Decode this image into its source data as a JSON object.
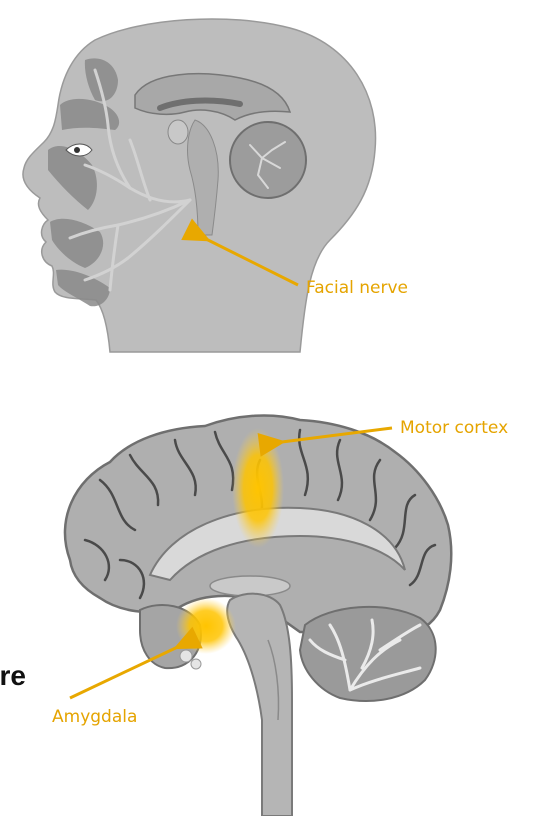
{
  "figure": {
    "labels": {
      "facial_nerve": "Facial nerve",
      "motor_cortex": "Motor cortex",
      "amygdala": "Amygdala"
    },
    "edge_text": "re",
    "colors": {
      "highlight": "#F5B800",
      "label": "#E5A400",
      "tissue": "#B9B9B9",
      "tissue_dark": "#8E8E8E",
      "outline": "#6F6F6F"
    }
  }
}
